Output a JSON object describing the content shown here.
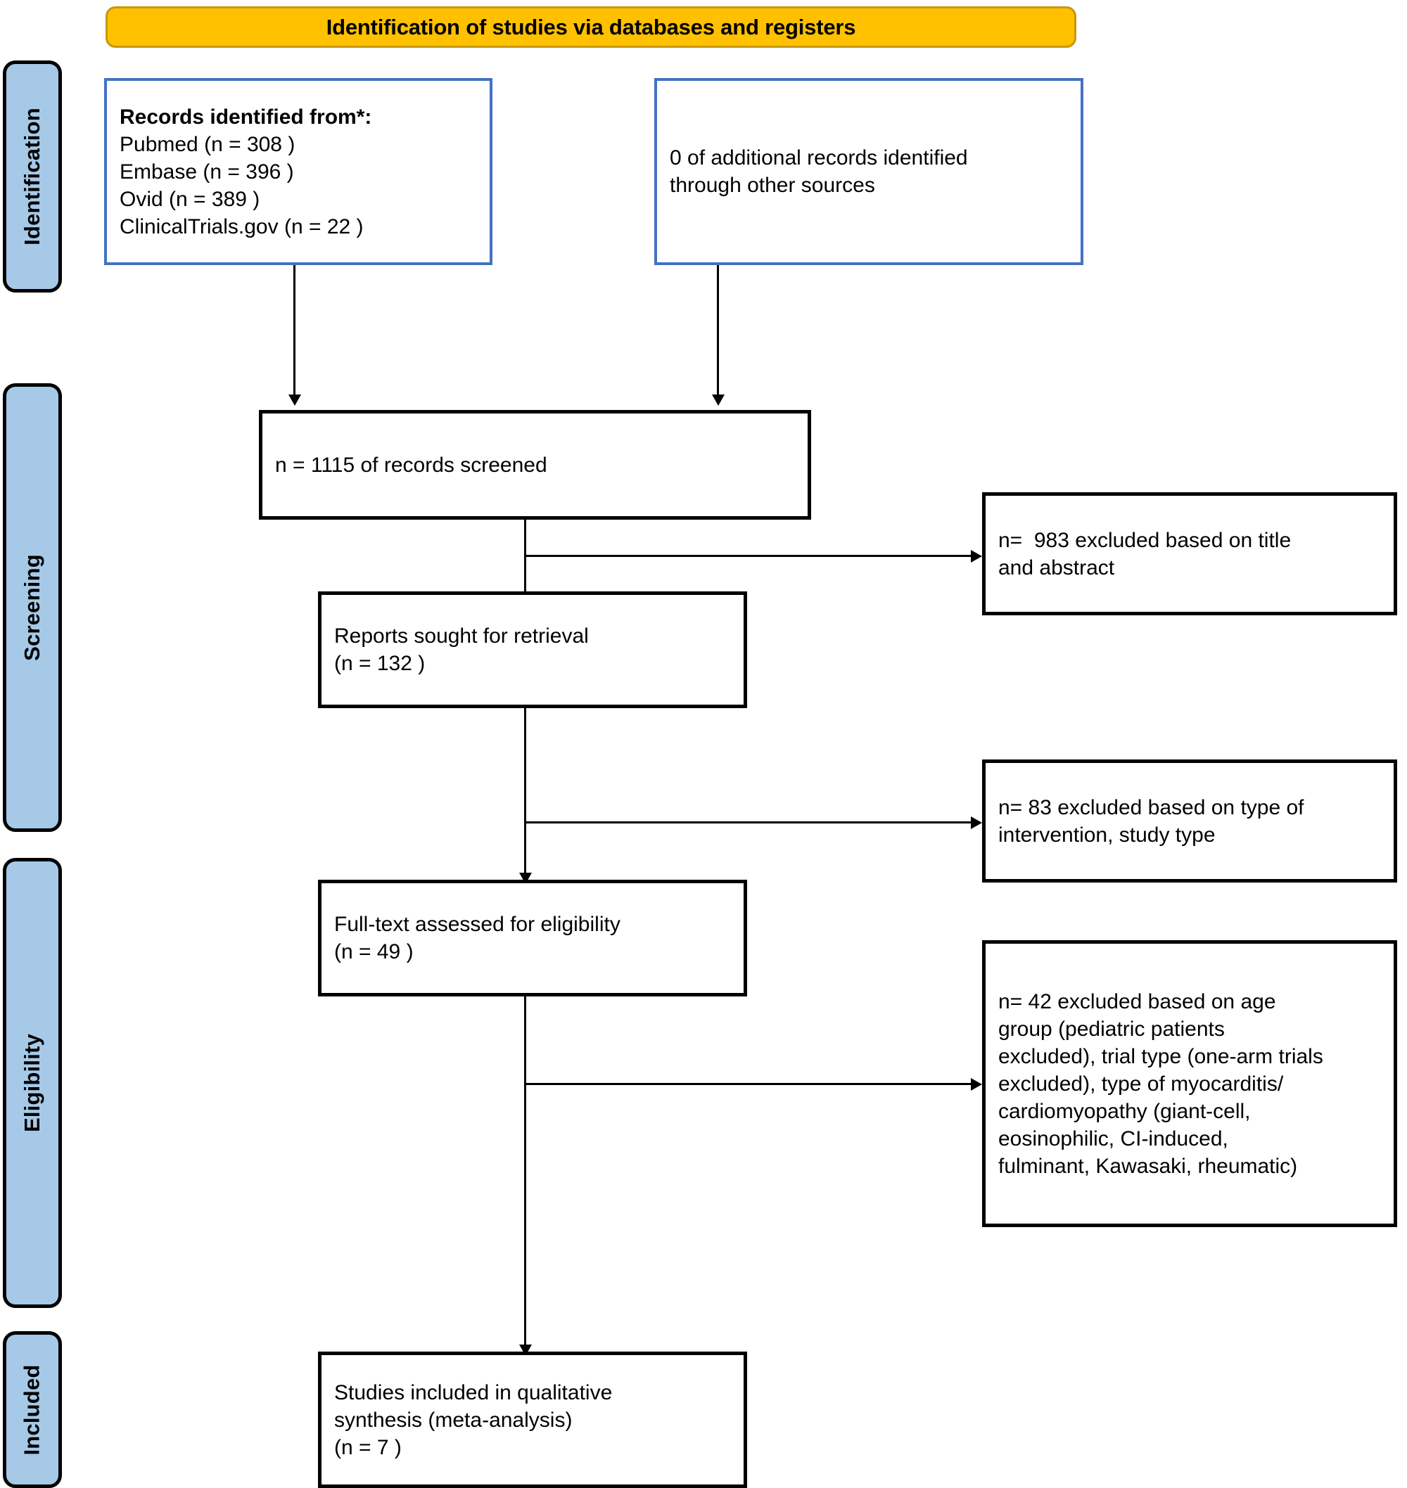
{
  "header": {
    "title": "Identification of studies via databases and registers",
    "bg_color": "#FFC000",
    "border_color": "#C8980A"
  },
  "stages": [
    {
      "id": "identification",
      "label": "Identification"
    },
    {
      "id": "screening",
      "label": "Screening"
    },
    {
      "id": "eligibility",
      "label": "Eligibility"
    },
    {
      "id": "included",
      "label": "Included"
    }
  ],
  "stage_color": "#A6C9E8",
  "boxes": {
    "records_identified": {
      "heading": "Records identified from*:",
      "lines": [
        "Pubmed (n = 308 )",
        "Embase (n = 396 )",
        "Ovid (n = 389 )",
        "ClinicalTrials.gov (n = 22 )"
      ],
      "border_color": "#4472C4"
    },
    "additional_records": {
      "lines": [
        "0 of additional records identified",
        "through other sources"
      ],
      "border_color": "#4472C4"
    },
    "records_screened": {
      "lines": [
        "n = 1115 of records screened"
      ],
      "border_color": "#000000"
    },
    "excluded_title_abstract": {
      "lines": [
        "n=  983 excluded based on title",
        "and abstract"
      ],
      "border_color": "#000000"
    },
    "reports_sought": {
      "lines": [
        "Reports sought for retrieval",
        "(n = 132 )"
      ],
      "border_color": "#000000"
    },
    "excluded_intervention": {
      "lines": [
        "n= 83 excluded based on type of",
        "intervention, study type"
      ],
      "border_color": "#000000"
    },
    "fulltext_assessed": {
      "lines": [
        "Full-text assessed for eligibility",
        "(n = 49 )"
      ],
      "border_color": "#000000"
    },
    "excluded_age_trial": {
      "lines": [
        "n= 42 excluded based on age",
        "group (pediatric patients",
        "excluded), trial type (one-arm trials",
        "excluded), type of myocarditis/",
        "cardiomyopathy (giant-cell,",
        "eosinophilic, CI-induced,",
        "fulminant, Kawasaki, rheumatic)"
      ],
      "border_color": "#000000"
    },
    "studies_included": {
      "lines": [
        "Studies included in qualitative",
        "synthesis (meta-analysis)",
        "(n = 7 )"
      ],
      "border_color": "#000000"
    }
  }
}
